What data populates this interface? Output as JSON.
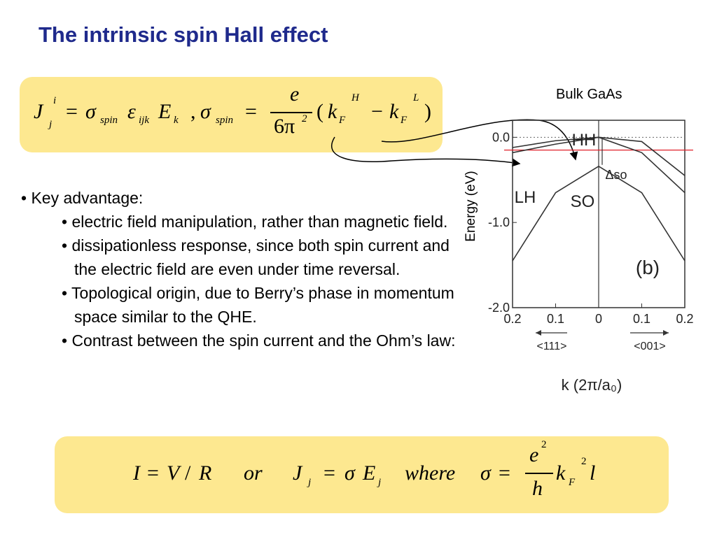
{
  "slide": {
    "title": "The intrinsic spin Hall effect"
  },
  "equation_top": {
    "text": "J_j^i = σ_spin ε_ijk E_k , σ_spin = e/(6π²) (k_F^H − k_F^L)",
    "J": "J",
    "j": "j",
    "i": "i",
    "eq": "=",
    "sigma": "σ",
    "spin": "spin",
    "eps": "ε",
    "ijk": "ijk",
    "E": "E",
    "k": "k",
    "comma": ",",
    "num": "e",
    "den": "6π",
    "sq": "2",
    "lp": "(",
    "kF": "k",
    "F": "F",
    "H": "H",
    "minus": "−",
    "L": "L",
    "rp": ")"
  },
  "bullets": {
    "main": "• Key advantage:",
    "items": [
      "• electric field manipulation, rather than magnetic field.",
      "• dissipationless response, since both spin current and the electric field are even under time reversal.",
      "• Topological origin, due to Berry’s phase in momentum space similar to the QHE.",
      "• Contrast between the spin current and the Ohm’s law:"
    ]
  },
  "equation_bottom": {
    "text": "I = V / R   or   J_j = σ E_j   where  σ = e²/h k_F² l",
    "I": "I",
    "eq": "=",
    "V": "V",
    "slash": "/",
    "R": "R",
    "or": "or",
    "J": "J",
    "j": "j",
    "sigma": "σ",
    "E": "E",
    "where": "where",
    "num": "e",
    "sq": "2",
    "den": "h",
    "k": "k",
    "F": "F",
    "l": "l"
  },
  "chart_data": {
    "type": "line",
    "title": "Bulk GaAs",
    "ylabel": "Energy (eV)",
    "xlabel": "k (2π/a₀)",
    "panel_label": "(b)",
    "ylim": [
      -2.0,
      0.2
    ],
    "xlim": [
      -0.2,
      0.2
    ],
    "y_ticks": [
      "0.0",
      "-1.0",
      "-2.0"
    ],
    "y_tick_values": [
      0.0,
      -1.0,
      -2.0
    ],
    "x_ticks": [
      "0.2",
      "0.1",
      "0",
      "0.1",
      "0.2"
    ],
    "x_tick_values": [
      -0.2,
      -0.1,
      0,
      0.1,
      0.2
    ],
    "directions": {
      "left": "<111>",
      "right": "<001>"
    },
    "band_labels": {
      "HH": "HH",
      "LH": "LH",
      "SO": "SO",
      "delta": "Δso"
    },
    "fermi_level": -0.15,
    "series": [
      {
        "name": "HH",
        "x": [
          -0.2,
          -0.1,
          0,
          0.1,
          0.2
        ],
        "y": [
          -0.12,
          -0.04,
          0.0,
          -0.05,
          -0.45
        ]
      },
      {
        "name": "LH",
        "x": [
          -0.2,
          -0.1,
          0,
          0.1,
          0.2
        ],
        "y": [
          -0.18,
          -0.08,
          0.0,
          -0.18,
          -0.65
        ]
      },
      {
        "name": "SO",
        "x": [
          -0.2,
          -0.1,
          0,
          0.1,
          0.2
        ],
        "y": [
          -1.45,
          -0.65,
          -0.34,
          -0.65,
          -1.45
        ]
      }
    ],
    "grid": false
  },
  "colors": {
    "title": "#1f2a8c",
    "box": "#fde890",
    "fermi_line": "#e0202a"
  }
}
